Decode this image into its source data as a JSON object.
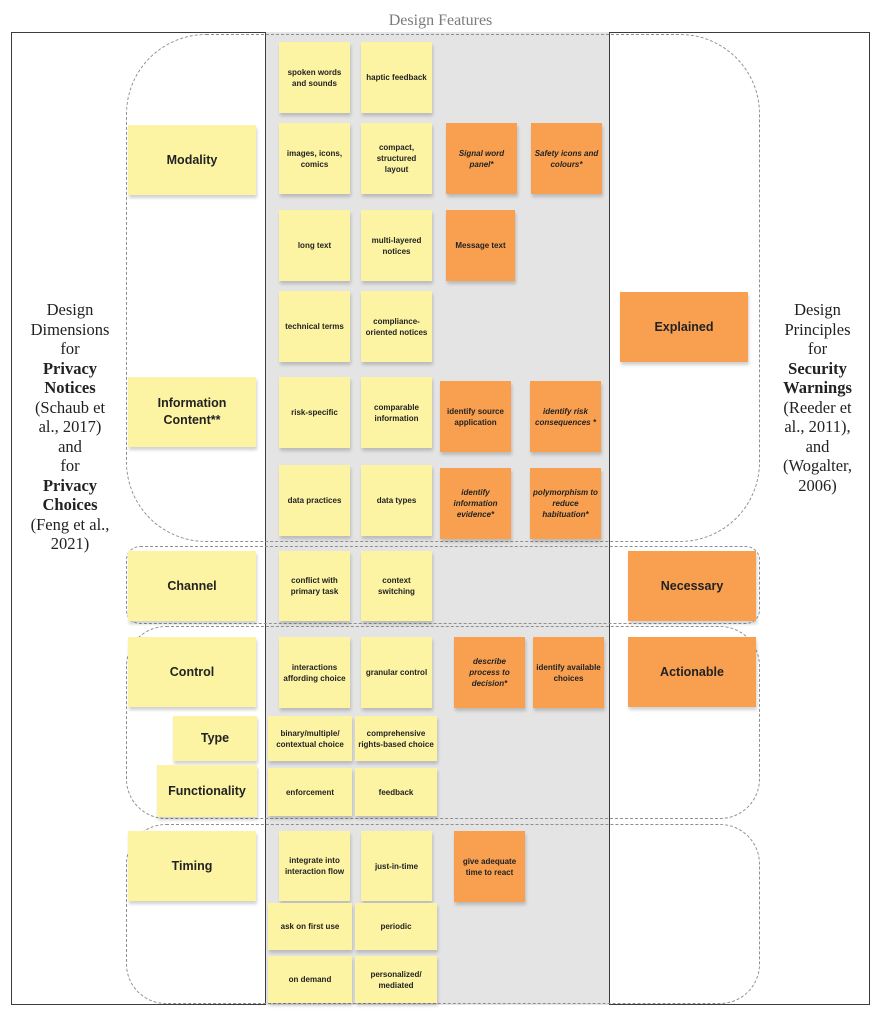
{
  "header": {
    "title": "Design Features"
  },
  "left_panel": {
    "lines": [
      "Design",
      "Dimensions",
      "for"
    ],
    "bold1": [
      "Privacy",
      "Notices"
    ],
    "cite1": [
      "(Schaub et",
      "al., 2017)"
    ],
    "mid": [
      "and",
      "for"
    ],
    "bold2": [
      "Privacy",
      "Choices"
    ],
    "cite2": [
      "(Feng et al.,",
      "2021)"
    ]
  },
  "right_panel": {
    "lines": [
      "Design",
      "Principles",
      "for"
    ],
    "bold": [
      "Security",
      "Warnings"
    ],
    "cite": [
      "(Reeder et",
      "al., 2011),",
      "and",
      "(Wogalter,",
      "2006)"
    ]
  },
  "dimensions": {
    "modality": "Modality",
    "information_content": "Information Content**",
    "channel": "Channel",
    "control": "Control",
    "type": "Type",
    "functionality": "Functionality",
    "timing": "Timing"
  },
  "privacy_features": {
    "spoken": "spoken words and sounds",
    "haptic": "haptic feedback",
    "images": "images, icons, comics",
    "compact": "compact, structured layout",
    "long_text": "long text",
    "multi_layered": "multi-layered notices",
    "technical": "technical terms",
    "compliance": "compliance-oriented notices",
    "risk_specific": "risk-specific",
    "comparable": "comparable information",
    "data_practices": "data practices",
    "data_types": "data types",
    "conflict": "conflict with primary task",
    "context": "context switching",
    "interactions": "interactions affording choice",
    "granular": "granular control",
    "binary": "binary/multiple/ contextual choice",
    "comprehensive": "comprehensive rights-based choice",
    "enforcement": "enforcement",
    "feedback": "feedback",
    "integrate": "integrate into interaction flow",
    "jit": "just-in-time",
    "first_use": "ask on first use",
    "periodic": "periodic",
    "on_demand": "on demand",
    "personalized": "personalized/ mediated"
  },
  "security_features": {
    "signal_word": "Signal word panel*",
    "safety_icons": "Safety icons and colours*",
    "message_text": "Message text",
    "source_app": "identify source application",
    "risk_consequences": "identify risk consequences *",
    "info_evidence": "identify information evidence*",
    "polymorphism": "polymorphism to reduce habituation*",
    "describe_process": "describe process to decision*",
    "available_choices": "identify available choices",
    "adequate_time": "give adequate time to react"
  },
  "principles": {
    "explained": "Explained",
    "necessary": "Necessary",
    "actionable": "Actionable"
  },
  "colors": {
    "privacy_note": "#fdf4a3",
    "security_note": "#f8a050",
    "feature_column": "#e4e4e4"
  }
}
